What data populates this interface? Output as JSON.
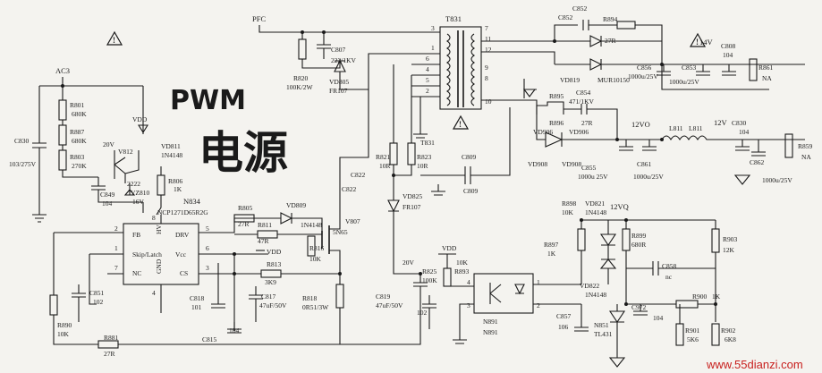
{
  "title": {
    "latin": "PWM",
    "cjk": "电源"
  },
  "watermark": "www.55dianzi.com",
  "ic": {
    "name": "NCP1271D65R2G",
    "ref": "N834",
    "pins": {
      "fb": "FB",
      "hv": "HV",
      "drv": "DRV",
      "skip": "Skip/Latch",
      "vcc": "Vcc",
      "nc": "NC",
      "gnd": "GND",
      "cs": "CS"
    },
    "pin_numbers": [
      "2",
      "8",
      "5",
      "1",
      "6",
      "7",
      "4",
      "3"
    ]
  },
  "transformer": {
    "ref": "T831",
    "pins": [
      "3",
      "1",
      "6",
      "4",
      "5",
      "2",
      "7",
      "11",
      "12",
      "9",
      "8",
      "10"
    ]
  },
  "opto": {
    "ref": "N891",
    "ref2": "N891",
    "pins": [
      "4",
      "3",
      "1",
      "2"
    ]
  },
  "nets": {
    "pfc": "PFC",
    "ac3": "AC3",
    "v14": "14V",
    "v12vo": "12VO",
    "v12v": "12V",
    "v12vq": "12VQ",
    "v20": "20V",
    "vdd": "VDD",
    "v20b": "20V",
    "vdd2": "VDD",
    "v20c": "20V",
    "vdd3": "VDD"
  },
  "labels": {
    "r801": "R801",
    "r801v": "680K",
    "r887": "R887",
    "r887v": "680K",
    "r803": "R803",
    "r803v": "270K",
    "c830": "C830",
    "c830v": "103/275V",
    "vd811": "VD811",
    "vd811v": "1N4148",
    "v812": "V812",
    "r806": "R806",
    "r806v": "1K",
    "c849": "C849",
    "c849v": "104",
    "vz810": "VZ810",
    "vz810v": "16V",
    "n2222": "2222",
    "r820": "R820",
    "r820v": "100K/2W",
    "c807": "C807",
    "c807v": "222/1KV",
    "vd805": "VD805",
    "vd805v": "FR107",
    "r805": "R805",
    "r805v": "27R",
    "vd809": "VD809",
    "vd809v": "1N4148",
    "r811": "R811",
    "r811v": "47R",
    "v807": "V807",
    "v807v": "5N65",
    "r816": "R816",
    "r816v": "10K",
    "r813": "R813",
    "r813v": "3K9",
    "c822": "C822",
    "c822b": "C822",
    "r821": "R821",
    "r821v": "10R",
    "r823": "R823",
    "r823v": "10R",
    "vd825": "VD825",
    "vd825v": "FR107",
    "c809": "C809",
    "c809b": "C809",
    "c851": "C851",
    "c851v": "102",
    "c818": "C818",
    "c818v": "101",
    "c817": "C817",
    "c817v": "47uF/50V",
    "r818": "R818",
    "r818v": "0R51/3W",
    "c819": "C819",
    "c819v": "47uF/50V",
    "r890": "R890",
    "r890v": "10K",
    "r881": "R881",
    "r881v": "27R",
    "c815": "C815",
    "c815v": "104",
    "c852": "C852",
    "c852b": "C852",
    "r894": "R894",
    "r894v": "27R",
    "vd819": "VD819",
    "mur": "MUR10150",
    "c856": "C856",
    "c856v": "1000u/25V",
    "c853": "C853",
    "c853v": "1000u/25V",
    "c808": "C808",
    "c808v": "104",
    "r861": "R861",
    "r861v": "NA",
    "r895": "R895",
    "c854": "C854",
    "c854v": "471/1KV",
    "r896": "R896",
    "r896v": "27R",
    "vd906": "VD906",
    "vd906b": "VD906",
    "vd908": "VD908",
    "vd908b": "VD908",
    "c855": "C855",
    "c855v": "1000u 25V",
    "c861": "C861",
    "c861v": "1000u/25V",
    "l811": "L811",
    "l811b": "L811",
    "c830b": "C830",
    "c830bv": "104",
    "r859": "R859",
    "r859v": "NA",
    "c862": "C862",
    "c862v": "1000u/25V",
    "r825": "R825",
    "r825v": "100K",
    "r893": "R893",
    "r893v": "10K",
    "n102": "102",
    "r898": "R898",
    "r898v": "10K",
    "vd821": "VD821",
    "vd821v": "1N4148",
    "r899": "R899",
    "r899v": "680R",
    "r903": "R903",
    "r903v": "12K",
    "r897": "R897",
    "r897v": "1K",
    "vd822": "VD822",
    "vd822v": "1N4148",
    "c858": "C858",
    "c858v": "nc",
    "r900": "R900",
    "r900v": "1K",
    "c857": "C857",
    "c857v": "106",
    "n851": "N851",
    "n851v": "TL431",
    "c972": "C972",
    "c972v": "104",
    "r901": "R901",
    "r901v": "5K6",
    "r902": "R902",
    "r902v": "6K8"
  }
}
